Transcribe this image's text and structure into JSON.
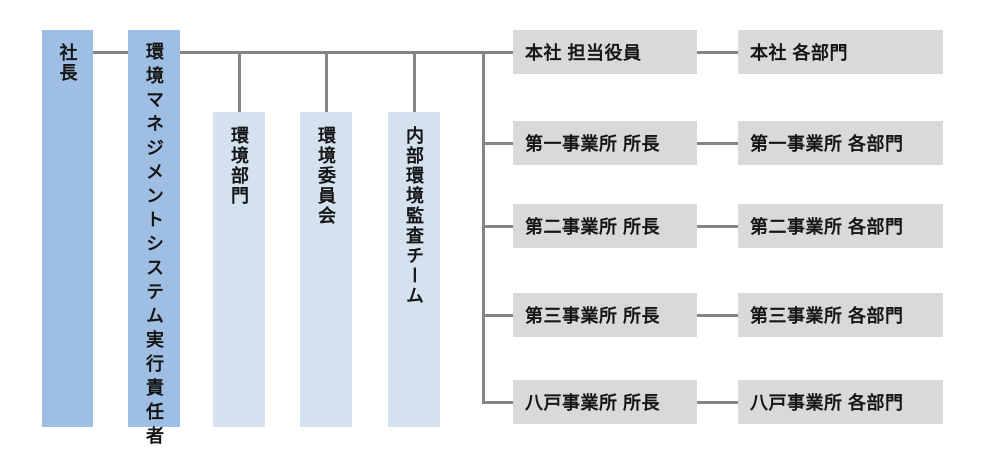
{
  "diagram": {
    "left_columns": [
      {
        "label": "社長"
      },
      {
        "label": "環境マネジメントシステム実行責任者"
      },
      {
        "label": "環境部門"
      },
      {
        "label": "環境委員会"
      },
      {
        "label": "内部環境監査チーム"
      }
    ],
    "rows": [
      {
        "manager": "本社 担当役員",
        "department": "本社 各部門"
      },
      {
        "manager": "第一事業所 所長",
        "department": "第一事業所 各部門"
      },
      {
        "manager": "第二事業所 所長",
        "department": "第二事業所 各部門"
      },
      {
        "manager": "第三事業所 所長",
        "department": "第三事業所 各部門"
      },
      {
        "manager": "八戸事業所 所長",
        "department": "八戸事業所 各部門"
      }
    ],
    "colors": {
      "primary_blue": "#9fbee3",
      "light_blue": "#d4e2f0",
      "box_gray": "#d9d9d9",
      "line_gray": "#858585",
      "text": "#151515"
    }
  }
}
